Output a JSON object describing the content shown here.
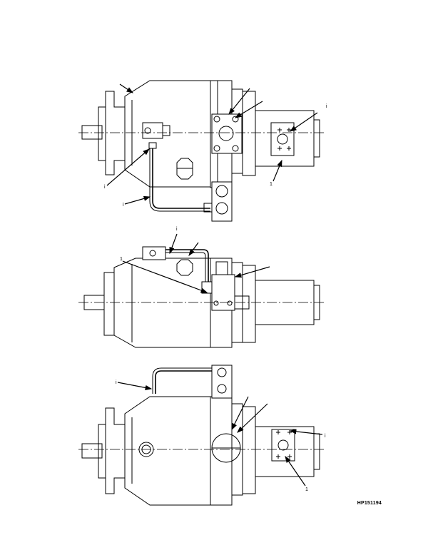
{
  "figure_id": "HP151194",
  "callouts": [
    "i",
    "i",
    "1",
    "i",
    "i",
    "1",
    "i",
    "i",
    "1"
  ]
}
